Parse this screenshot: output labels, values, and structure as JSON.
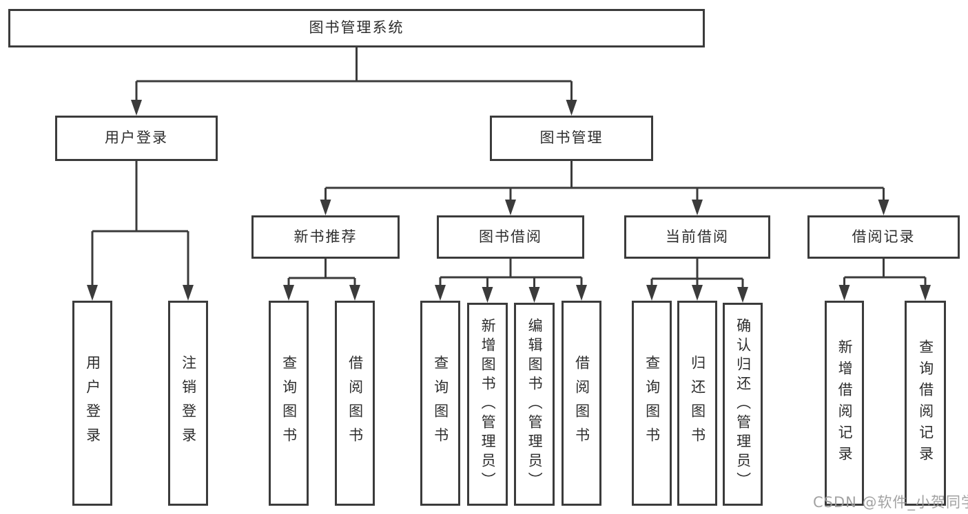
{
  "diagram": {
    "title": "图书管理系统",
    "nodes": [
      {
        "id": "root",
        "label": "图书管理系统"
      },
      {
        "id": "user-login",
        "label": "用户登录"
      },
      {
        "id": "book-mgmt",
        "label": "图书管理"
      },
      {
        "id": "new-book-rec",
        "label": "新书推荐"
      },
      {
        "id": "book-borrow",
        "label": "图书借阅"
      },
      {
        "id": "current-borrow",
        "label": "当前借阅"
      },
      {
        "id": "borrow-records",
        "label": "借阅记录"
      },
      {
        "id": "login",
        "label": "用户登录"
      },
      {
        "id": "logout",
        "label": "注销登录"
      },
      {
        "id": "rec-query-books",
        "label": "查询图书"
      },
      {
        "id": "rec-borrow-books",
        "label": "借阅图书"
      },
      {
        "id": "bb-query-books",
        "label": "查询图书"
      },
      {
        "id": "bb-add-books",
        "label": "新增图书（管理员）"
      },
      {
        "id": "bb-edit-books",
        "label": "编辑图书（管理员）"
      },
      {
        "id": "bb-borrow-books",
        "label": "借阅图书"
      },
      {
        "id": "cb-query-books",
        "label": "查询图书"
      },
      {
        "id": "cb-return-books",
        "label": "归还图书"
      },
      {
        "id": "cb-confirm-return",
        "label": "确认归还（管理员）"
      },
      {
        "id": "br-add-record",
        "label": "新增借阅记录"
      },
      {
        "id": "br-query-record",
        "label": "查询借阅记录"
      }
    ],
    "edges": [
      {
        "from": "root",
        "to": [
          "user-login",
          "book-mgmt"
        ]
      },
      {
        "from": "user-login",
        "to": [
          "login",
          "logout"
        ]
      },
      {
        "from": "book-mgmt",
        "to": [
          "new-book-rec",
          "book-borrow",
          "current-borrow",
          "borrow-records"
        ]
      },
      {
        "from": "new-book-rec",
        "to": [
          "rec-query-books",
          "rec-borrow-books"
        ]
      },
      {
        "from": "book-borrow",
        "to": [
          "bb-query-books",
          "bb-add-books",
          "bb-edit-books",
          "bb-borrow-books"
        ]
      },
      {
        "from": "current-borrow",
        "to": [
          "cb-query-books",
          "cb-return-books",
          "cb-confirm-return"
        ]
      },
      {
        "from": "borrow-records",
        "to": [
          "br-add-record",
          "br-query-record"
        ]
      }
    ]
  },
  "watermark": {
    "text": "CSDN @软件_小贺同学"
  },
  "colors": {
    "line": "#3b3b3b",
    "text": "#2d2d2d",
    "watermark": "#9b9b9b",
    "background": "#ffffff"
  }
}
